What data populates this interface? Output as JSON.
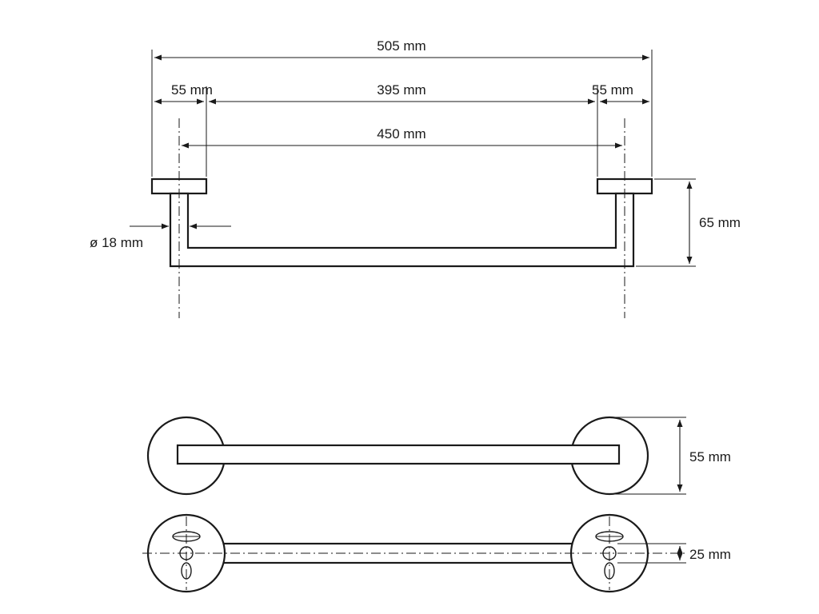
{
  "page": {
    "background": "#ffffff",
    "line_color": "#1a1a1a",
    "description": "Technical dimension drawing of a wall-mounted towel bar, three orthographic views"
  },
  "views": {
    "side": {
      "name": "side-elevation-view"
    },
    "front": {
      "name": "front-elevation-view"
    },
    "mounting": {
      "name": "mounting-plate-view"
    }
  },
  "dimensions": {
    "total_width": "505 mm",
    "left_plate_width": "55 mm",
    "inner_span": "395 mm",
    "right_plate_width": "55 mm",
    "post_center_distance": "450 mm",
    "projection_height": "65 mm",
    "tube_diameter": "ø 18 mm",
    "plate_diameter": "55 mm",
    "plate_depth": "25 mm"
  }
}
